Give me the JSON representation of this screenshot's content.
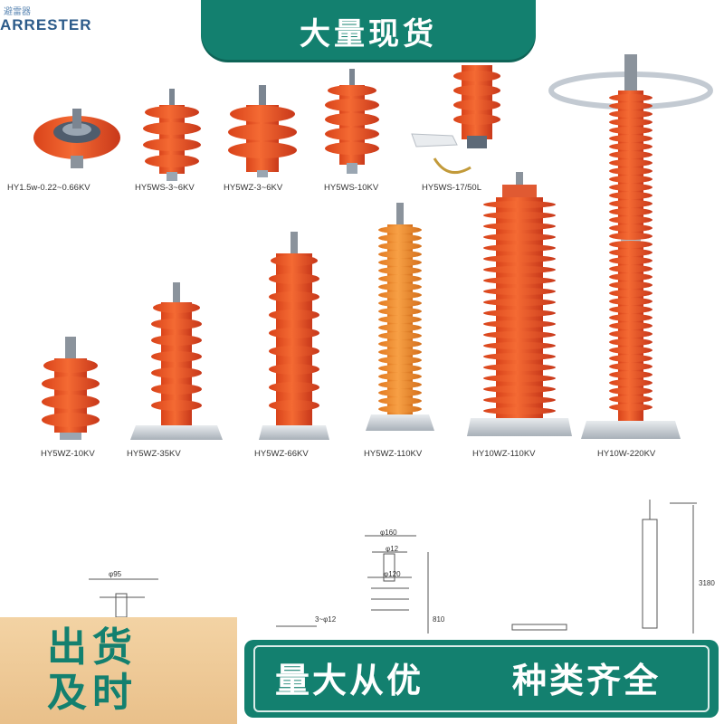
{
  "brand": {
    "text": "ARRESTER",
    "sub": "避雷器"
  },
  "banner": {
    "title": "大量现货"
  },
  "products": [
    "HY1.5w-0.22~0.66KV",
    "HY5WS-3~6KV",
    "HY5WZ-3~6KV",
    "HY5WS-10KV",
    "HY5WS-17/50L",
    "HY5WZ-10KV",
    "HY5WZ-35KV",
    "HY5WZ-66KV",
    "HY5WZ-110KV",
    "HY10WZ-110KV",
    "HY10W-220KV"
  ],
  "drawing_labels": {
    "d1": "φ95",
    "d2": "φ160",
    "d3": "φ12",
    "d4": "φ120",
    "d5": "3~φ12",
    "h1": "810",
    "h2": "3180"
  },
  "bottom": {
    "left_line1": "出货",
    "left_line2": "及时",
    "slogan1": "量大从优",
    "slogan2": "种类齐全"
  },
  "colors": {
    "arrester_orange": "#f05a28",
    "arrester_light": "#f47a3e",
    "teal": "#13806f",
    "tan": "#f0cd9a"
  }
}
